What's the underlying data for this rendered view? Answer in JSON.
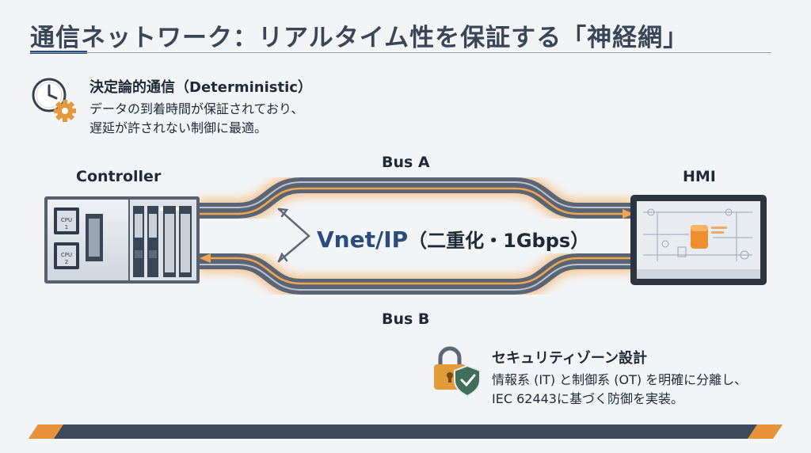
{
  "title": "通信ネットワーク：リアルタイム性を保証する「神経網」",
  "deterministic": {
    "icon": "clock-gear-icon",
    "heading": "決定論的通信（Deterministic）",
    "line1": "データの到着時間が保証されており、",
    "line2": "遅延が許されない制御に最適。"
  },
  "controller": {
    "label": "Controller",
    "cpu_label": "CPU",
    "cpu1": "1",
    "cpu2": "2"
  },
  "hmi": {
    "label": "HMI"
  },
  "bus_a": "Bus A",
  "bus_b": "Bus B",
  "network": {
    "name": "Vnet/IP",
    "detail": "（二重化・1Gbps）"
  },
  "security": {
    "icon": "lock-shield-icon",
    "heading": "セキュリティゾーン設計",
    "line1": "情報系 (IT) と制御系 (OT) を明確に分離し、",
    "line2": "IEC 62443に基づく防御を実装。"
  },
  "colors": {
    "accent_navy": "#2c4a73",
    "glow_orange": "#f2a14a",
    "cable": "#596474",
    "band_orange": "#e7923a"
  }
}
